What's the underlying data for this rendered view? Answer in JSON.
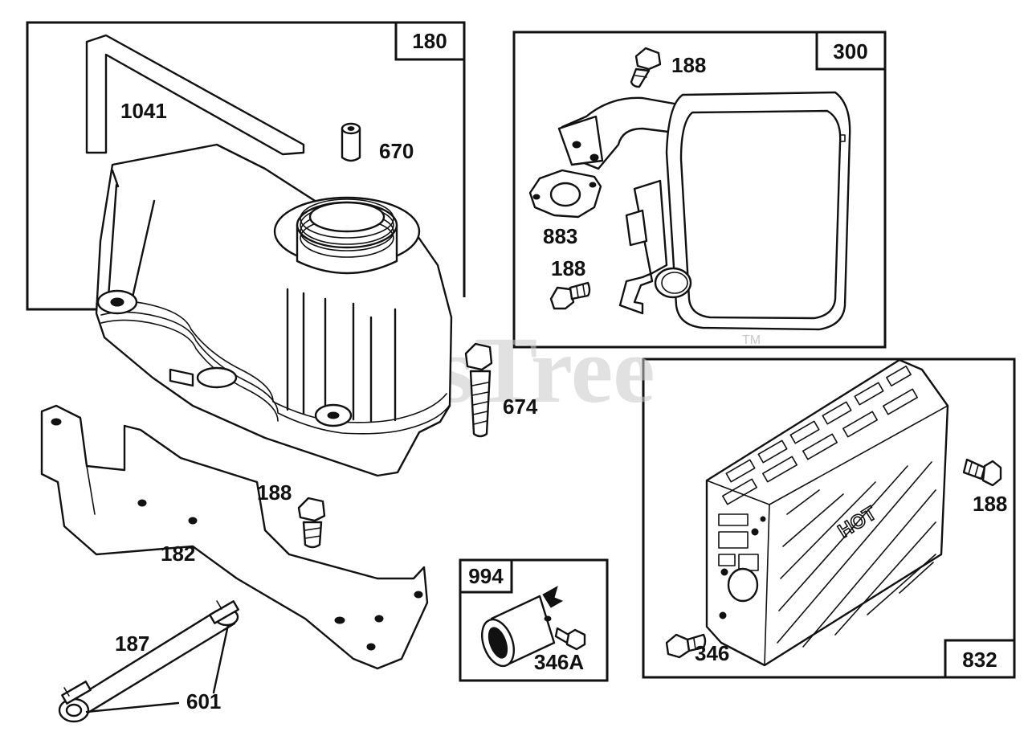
{
  "watermark": {
    "text": "PartsTree",
    "trademark": "TM"
  },
  "boxes": {
    "b180": "180",
    "b300": "300",
    "b832": "832",
    "b994": "994"
  },
  "callouts": {
    "c1041": "1041",
    "c670": "670",
    "c188_top": "188",
    "c883": "883",
    "c188_mid": "188",
    "c674": "674",
    "c188_right": "188",
    "c188_bracket": "188",
    "c182": "182",
    "c187": "187",
    "c601": "601",
    "c346a": "346A",
    "c346": "346"
  },
  "shield_text": "HOT"
}
